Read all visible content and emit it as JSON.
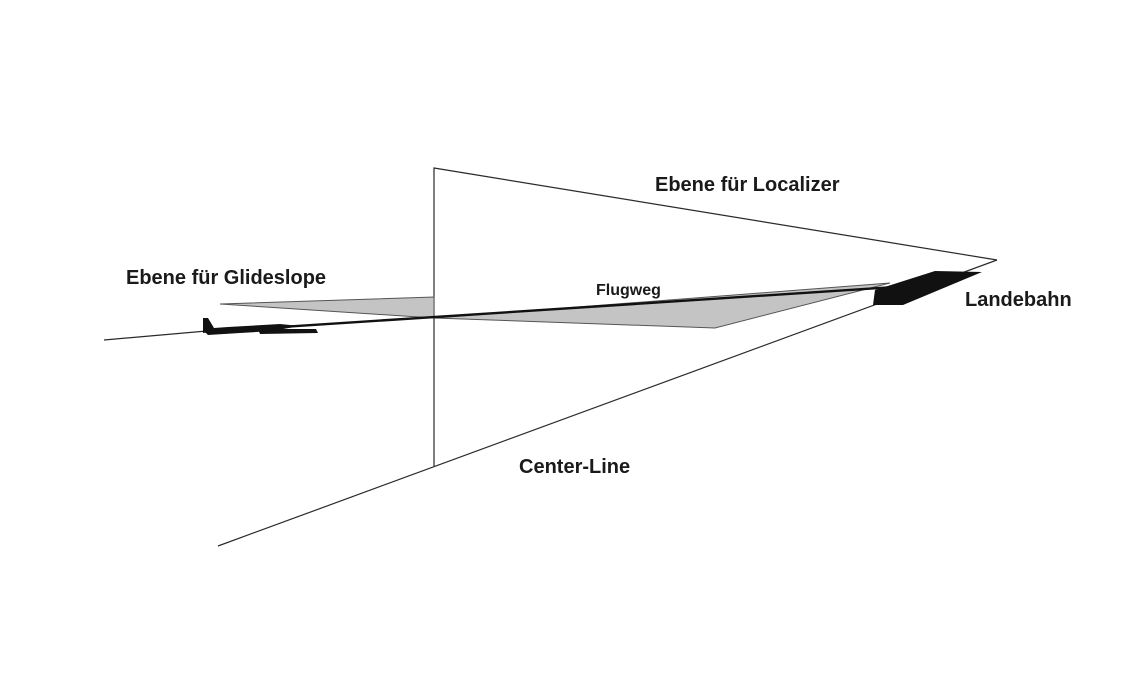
{
  "labels": {
    "localizer_plane": "Ebene für Localizer",
    "glideslope_plane": "Ebene für Glideslope",
    "flight_path": "Flugweg",
    "runway": "Landebahn",
    "center_line": "Center-Line"
  },
  "colors": {
    "stroke": "#2a2a2a",
    "glideslope_fill": "#c4c4c4",
    "runway_fill": "#111111",
    "aircraft": "#111111"
  },
  "icons": {
    "aircraft": "aircraft-silhouette-icon"
  }
}
